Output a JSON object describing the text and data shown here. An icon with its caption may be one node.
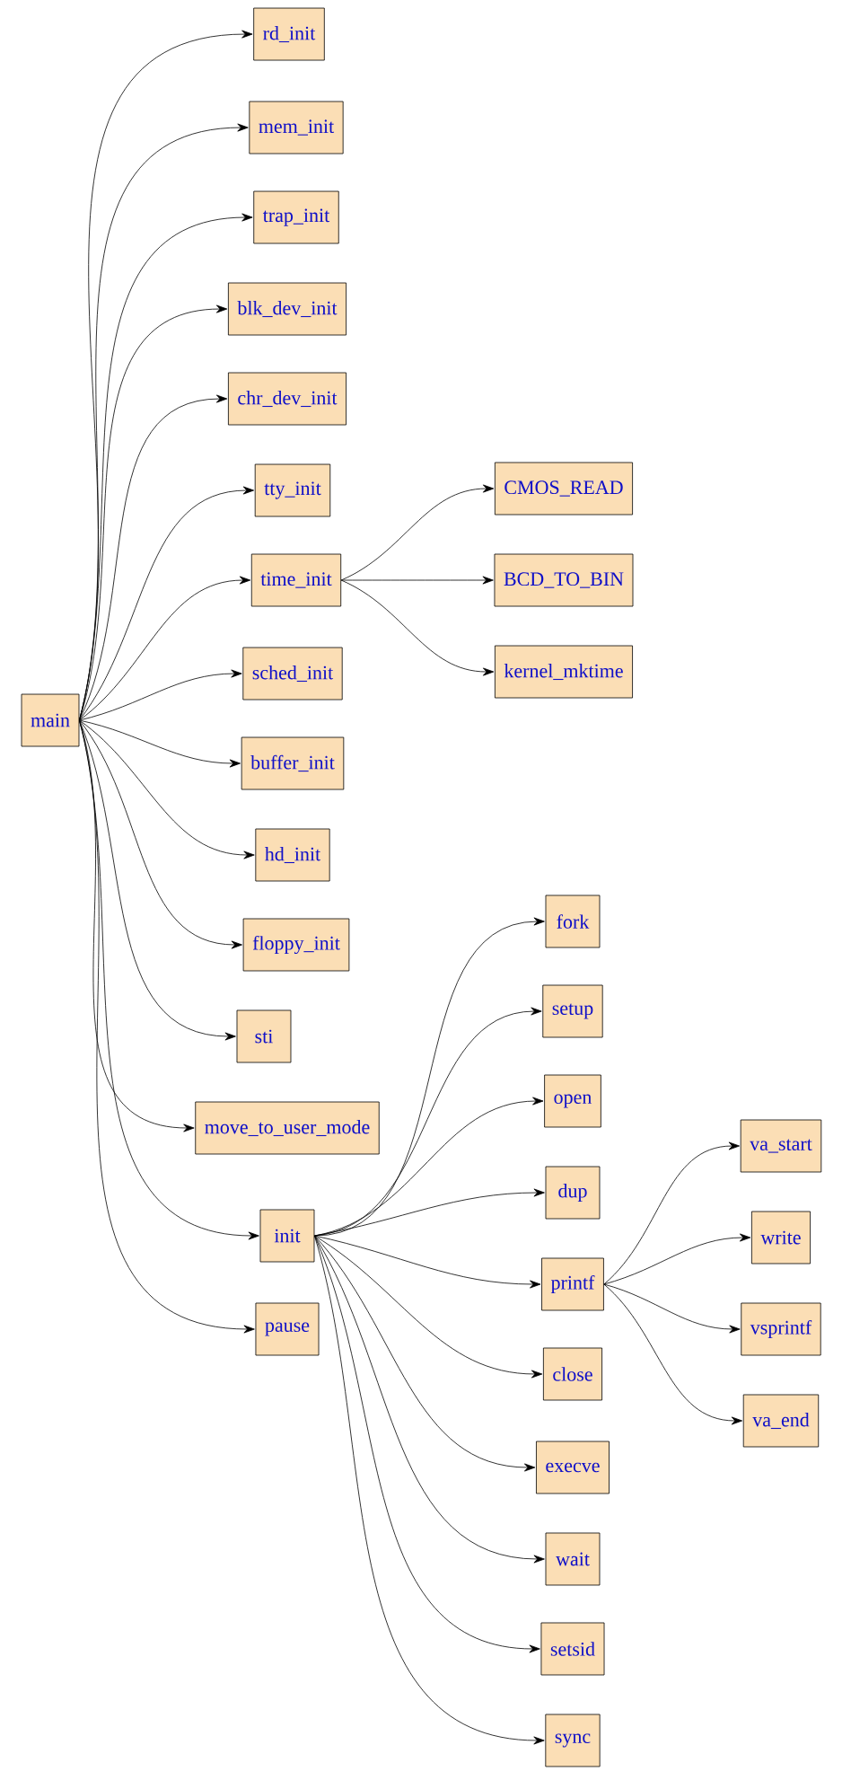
{
  "diagram": {
    "nodes": [
      {
        "text": [
          "main"
        ]
      },
      {
        "text": [
          "rd_init"
        ]
      },
      {
        "text": [
          "mem_init"
        ]
      },
      {
        "text": [
          "trap_init"
        ]
      },
      {
        "text": [
          "blk_dev_init"
        ]
      },
      {
        "text": [
          "chr_dev_init"
        ]
      },
      {
        "text": [
          "tty_init"
        ]
      },
      {
        "text": [
          "time_init"
        ]
      },
      {
        "text": [
          "sched_init"
        ]
      },
      {
        "text": [
          "buffer_init"
        ]
      },
      {
        "text": [
          "hd_init"
        ]
      },
      {
        "text": [
          "floppy_init"
        ]
      },
      {
        "text": [
          "sti"
        ]
      },
      {
        "text": [
          "move_to_user_mode"
        ]
      },
      {
        "text": [
          "init"
        ]
      },
      {
        "text": [
          "pause"
        ]
      },
      {
        "text": [
          "CMOS_READ"
        ]
      },
      {
        "text": [
          "BCD_TO_BIN"
        ]
      },
      {
        "text": [
          "kernel_mktime"
        ]
      },
      {
        "text": [
          "fork"
        ]
      },
      {
        "text": [
          "setup"
        ]
      },
      {
        "text": [
          "open"
        ]
      },
      {
        "text": [
          "dup"
        ]
      },
      {
        "text": [
          "printf"
        ]
      },
      {
        "text": [
          "close"
        ]
      },
      {
        "text": [
          "execve"
        ]
      },
      {
        "text": [
          "wait"
        ]
      },
      {
        "text": [
          "setsid"
        ]
      },
      {
        "text": [
          "sync"
        ]
      },
      {
        "text": [
          "va_start"
        ]
      },
      {
        "text": [
          "write"
        ]
      },
      {
        "text": [
          "vsprintf"
        ]
      },
      {
        "text": [
          "va_end"
        ]
      }
    ],
    "edges": [
      {
        "from": 0,
        "to": 1,
        "arrow": "to"
      },
      {
        "from": 0,
        "to": 2,
        "arrow": "to"
      },
      {
        "from": 0,
        "to": 3,
        "arrow": "to"
      },
      {
        "from": 0,
        "to": 4,
        "arrow": "to"
      },
      {
        "from": 0,
        "to": 5,
        "arrow": "to"
      },
      {
        "from": 0,
        "to": 6,
        "arrow": "to"
      },
      {
        "from": 0,
        "to": 7,
        "arrow": "to"
      },
      {
        "from": 0,
        "to": 8,
        "arrow": "to"
      },
      {
        "from": 0,
        "to": 9,
        "arrow": "to"
      },
      {
        "from": 0,
        "to": 10,
        "arrow": "to"
      },
      {
        "from": 0,
        "to": 11,
        "arrow": "to"
      },
      {
        "from": 0,
        "to": 12,
        "arrow": "to"
      },
      {
        "from": 0,
        "to": 13,
        "arrow": "to"
      },
      {
        "from": 0,
        "to": 14,
        "arrow": "to"
      },
      {
        "from": 0,
        "to": 15,
        "arrow": "to"
      },
      {
        "from": 7,
        "to": 16,
        "arrow": "to"
      },
      {
        "from": 7,
        "to": 17,
        "arrow": "to"
      },
      {
        "from": 7,
        "to": 18,
        "arrow": "to"
      },
      {
        "from": 14,
        "to": 19,
        "arrow": "to"
      },
      {
        "from": 14,
        "to": 20,
        "arrow": "to"
      },
      {
        "from": 14,
        "to": 21,
        "arrow": "to"
      },
      {
        "from": 14,
        "to": 22,
        "arrow": "to"
      },
      {
        "from": 14,
        "to": 23,
        "arrow": "to"
      },
      {
        "from": 14,
        "to": 24,
        "arrow": "to"
      },
      {
        "from": 14,
        "to": 25,
        "arrow": "to"
      },
      {
        "from": 14,
        "to": 26,
        "arrow": "to"
      },
      {
        "from": 14,
        "to": 27,
        "arrow": "to"
      },
      {
        "from": 14,
        "to": 28,
        "arrow": "to"
      },
      {
        "from": 23,
        "to": 29,
        "arrow": "to"
      },
      {
        "from": 23,
        "to": 30,
        "arrow": "to"
      },
      {
        "from": 23,
        "to": 31,
        "arrow": "to"
      },
      {
        "from": 23,
        "to": 32,
        "arrow": "to"
      }
    ]
  }
}
